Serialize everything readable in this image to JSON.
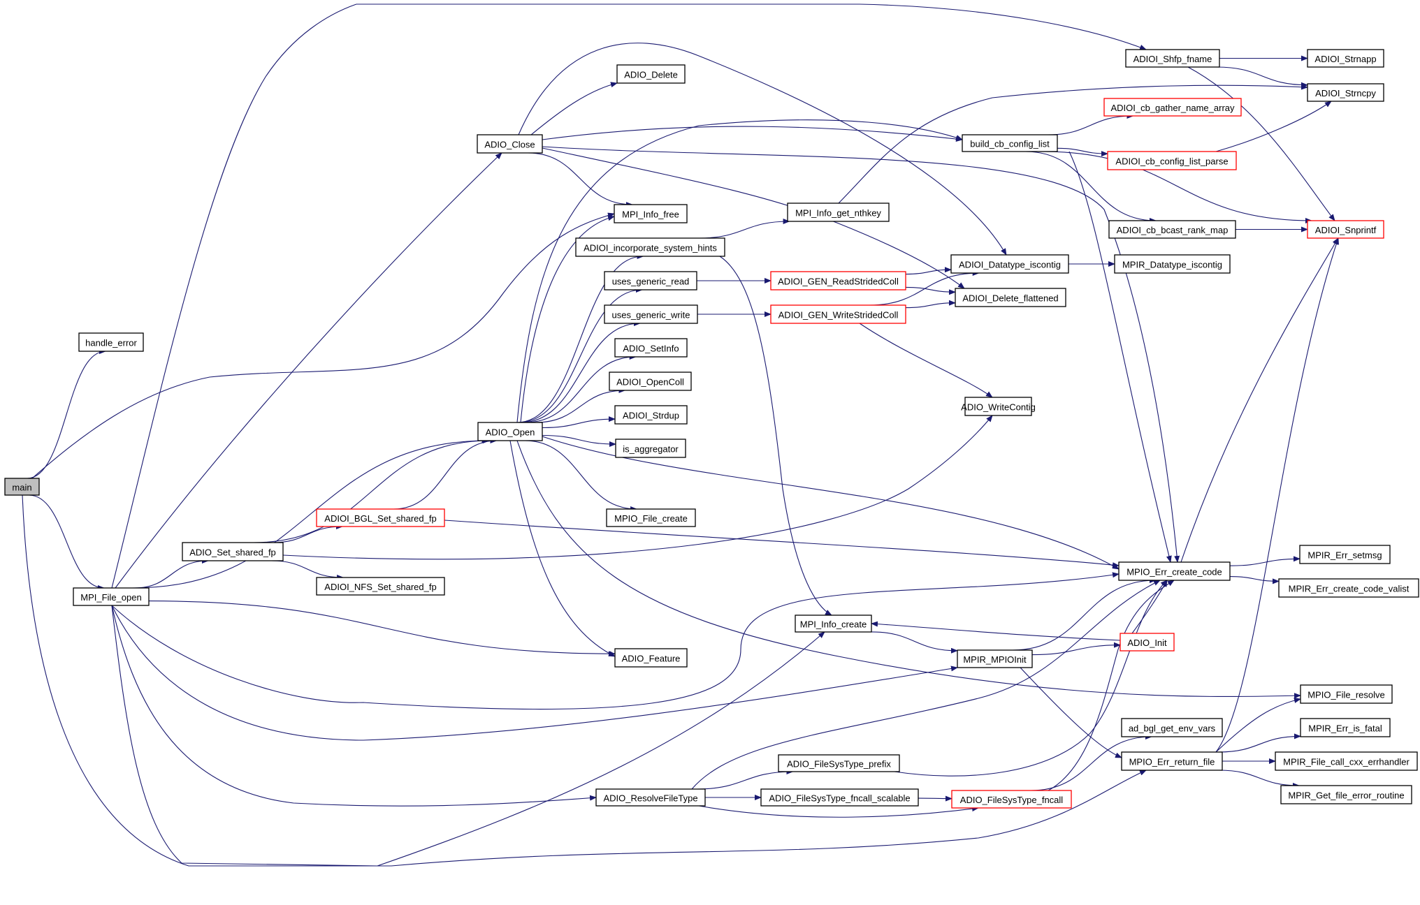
{
  "graph": {
    "title": "main call graph",
    "colors": {
      "edge": "#191970",
      "root_fill": "#bfbfbf",
      "node_fill": "#ffffff",
      "node_border": "#000000",
      "truncated_border": "#ff0000"
    },
    "nodes": [
      {
        "id": "main",
        "label": "main",
        "kind": "root"
      },
      {
        "id": "handle_error",
        "label": "handle_error",
        "kind": "normal"
      },
      {
        "id": "MPI_File_open",
        "label": "MPI_File_open",
        "kind": "normal"
      },
      {
        "id": "ADIO_Set_shared_fp",
        "label": "ADIO_Set_shared_fp",
        "kind": "normal"
      },
      {
        "id": "ADIOI_BGL_Set_shared_fp",
        "label": "ADIOI_BGL_Set_shared_fp",
        "kind": "truncated"
      },
      {
        "id": "ADIOI_NFS_Set_shared_fp",
        "label": "ADIOI_NFS_Set_shared_fp",
        "kind": "normal"
      },
      {
        "id": "ADIO_Close",
        "label": "ADIO_Close",
        "kind": "normal"
      },
      {
        "id": "ADIO_Delete",
        "label": "ADIO_Delete",
        "kind": "normal"
      },
      {
        "id": "MPI_Info_free",
        "label": "MPI_Info_free",
        "kind": "normal"
      },
      {
        "id": "ADIOI_incorporate_system_hints",
        "label": "ADIOI_incorporate_system_hints",
        "kind": "normal"
      },
      {
        "id": "uses_generic_read",
        "label": "uses_generic_read",
        "kind": "normal"
      },
      {
        "id": "uses_generic_write",
        "label": "uses_generic_write",
        "kind": "normal"
      },
      {
        "id": "ADIO_SetInfo",
        "label": "ADIO_SetInfo",
        "kind": "normal"
      },
      {
        "id": "ADIOI_OpenColl",
        "label": "ADIOI_OpenColl",
        "kind": "normal"
      },
      {
        "id": "ADIOI_Strdup",
        "label": "ADIOI_Strdup",
        "kind": "normal"
      },
      {
        "id": "is_aggregator",
        "label": "is_aggregator",
        "kind": "normal"
      },
      {
        "id": "ADIO_Open",
        "label": "ADIO_Open",
        "kind": "normal"
      },
      {
        "id": "MPIO_File_create",
        "label": "MPIO_File_create",
        "kind": "normal"
      },
      {
        "id": "ADIO_Feature",
        "label": "ADIO_Feature",
        "kind": "normal"
      },
      {
        "id": "MPI_Info_get_nthkey",
        "label": "MPI_Info_get_nthkey",
        "kind": "normal"
      },
      {
        "id": "ADIOI_GEN_ReadStridedColl",
        "label": "ADIOI_GEN_ReadStridedColl",
        "kind": "truncated"
      },
      {
        "id": "ADIOI_GEN_WriteStridedColl",
        "label": "ADIOI_GEN_WriteStridedColl",
        "kind": "truncated"
      },
      {
        "id": "ADIOI_Datatype_iscontig",
        "label": "ADIOI_Datatype_iscontig",
        "kind": "normal"
      },
      {
        "id": "ADIOI_Delete_flattened",
        "label": "ADIOI_Delete_flattened",
        "kind": "normal"
      },
      {
        "id": "MPIR_Datatype_iscontig",
        "label": "MPIR_Datatype_iscontig",
        "kind": "normal"
      },
      {
        "id": "ADIO_WriteContig",
        "label": "ADIO_WriteContig",
        "kind": "normal"
      },
      {
        "id": "build_cb_config_list",
        "label": "build_cb_config_list",
        "kind": "normal"
      },
      {
        "id": "ADIOI_Shfp_fname",
        "label": "ADIOI_Shfp_fname",
        "kind": "normal"
      },
      {
        "id": "ADIOI_cb_gather_name_array",
        "label": "ADIOI_cb_gather_name_array",
        "kind": "truncated"
      },
      {
        "id": "ADIOI_cb_config_list_parse",
        "label": "ADIOI_cb_config_list_parse",
        "kind": "truncated"
      },
      {
        "id": "ADIOI_cb_bcast_rank_map",
        "label": "ADIOI_cb_bcast_rank_map",
        "kind": "normal"
      },
      {
        "id": "ADIOI_Strnapp",
        "label": "ADIOI_Strnapp",
        "kind": "normal"
      },
      {
        "id": "ADIOI_Strncpy",
        "label": "ADIOI_Strncpy",
        "kind": "normal"
      },
      {
        "id": "ADIOI_Snprintf",
        "label": "ADIOI_Snprintf",
        "kind": "truncated"
      },
      {
        "id": "MPIO_Err_create_code",
        "label": "MPIO_Err_create_code",
        "kind": "normal"
      },
      {
        "id": "MPIR_Err_setmsg",
        "label": "MPIR_Err_setmsg",
        "kind": "normal"
      },
      {
        "id": "MPIR_Err_create_code_valist",
        "label": "MPIR_Err_create_code_valist",
        "kind": "normal"
      },
      {
        "id": "MPI_Info_create",
        "label": "MPI_Info_create",
        "kind": "normal"
      },
      {
        "id": "MPIR_MPIOInit",
        "label": "MPIR_MPIOInit",
        "kind": "normal"
      },
      {
        "id": "ADIO_Init",
        "label": "ADIO_Init",
        "kind": "truncated"
      },
      {
        "id": "MPIO_File_resolve",
        "label": "MPIO_File_resolve",
        "kind": "normal"
      },
      {
        "id": "ad_bgl_get_env_vars",
        "label": "ad_bgl_get_env_vars",
        "kind": "normal"
      },
      {
        "id": "MPIR_Err_is_fatal",
        "label": "MPIR_Err_is_fatal",
        "kind": "normal"
      },
      {
        "id": "MPIO_Err_return_file",
        "label": "MPIO_Err_return_file",
        "kind": "normal"
      },
      {
        "id": "MPIR_File_call_cxx_errhandler",
        "label": "MPIR_File_call_cxx_errhandler",
        "kind": "normal"
      },
      {
        "id": "MPIR_Get_file_error_routine",
        "label": "MPIR_Get_file_error_routine",
        "kind": "normal"
      },
      {
        "id": "ADIO_ResolveFileType",
        "label": "ADIO_ResolveFileType",
        "kind": "normal"
      },
      {
        "id": "ADIO_FileSysType_prefix",
        "label": "ADIO_FileSysType_prefix",
        "kind": "normal"
      },
      {
        "id": "ADIO_FileSysType_fncall_scalable",
        "label": "ADIO_FileSysType_fncall_scalable",
        "kind": "normal"
      },
      {
        "id": "ADIO_FileSysType_fncall",
        "label": "ADIO_FileSysType_fncall",
        "kind": "truncated"
      }
    ],
    "edges": [
      [
        "main",
        "handle_error"
      ],
      [
        "main",
        "MPI_File_open"
      ],
      [
        "main",
        "MPI_Info_free"
      ],
      [
        "main",
        "MPIO_Err_return_file"
      ],
      [
        "MPI_File_open",
        "ADIOI_Shfp_fname"
      ],
      [
        "MPI_File_open",
        "ADIO_Close"
      ],
      [
        "MPI_File_open",
        "ADIO_Open"
      ],
      [
        "MPI_File_open",
        "ADIO_Set_shared_fp"
      ],
      [
        "MPI_File_open",
        "ADIO_Feature"
      ],
      [
        "MPI_File_open",
        "MPIO_Err_create_code"
      ],
      [
        "MPI_File_open",
        "MPIR_MPIOInit"
      ],
      [
        "MPI_File_open",
        "ADIO_ResolveFileType"
      ],
      [
        "MPI_File_open",
        "MPI_Info_create"
      ],
      [
        "ADIO_Set_shared_fp",
        "ADIO_Open"
      ],
      [
        "ADIO_Set_shared_fp",
        "ADIOI_BGL_Set_shared_fp"
      ],
      [
        "ADIO_Set_shared_fp",
        "ADIOI_NFS_Set_shared_fp"
      ],
      [
        "ADIO_Set_shared_fp",
        "ADIO_WriteContig"
      ],
      [
        "ADIOI_BGL_Set_shared_fp",
        "ADIO_Open"
      ],
      [
        "ADIOI_BGL_Set_shared_fp",
        "MPIO_Err_create_code"
      ],
      [
        "ADIO_Close",
        "ADIO_Delete"
      ],
      [
        "ADIO_Close",
        "MPI_Info_free"
      ],
      [
        "ADIO_Close",
        "build_cb_config_list"
      ],
      [
        "ADIO_Close",
        "ADIOI_Delete_flattened"
      ],
      [
        "ADIO_Close",
        "ADIOI_Datatype_iscontig"
      ],
      [
        "ADIO_Close",
        "MPIO_Err_create_code"
      ],
      [
        "ADIO_Open",
        "MPI_Info_free"
      ],
      [
        "ADIO_Open",
        "ADIOI_incorporate_system_hints"
      ],
      [
        "ADIO_Open",
        "uses_generic_read"
      ],
      [
        "ADIO_Open",
        "uses_generic_write"
      ],
      [
        "ADIO_Open",
        "ADIO_SetInfo"
      ],
      [
        "ADIO_Open",
        "ADIOI_OpenColl"
      ],
      [
        "ADIO_Open",
        "ADIOI_Strdup"
      ],
      [
        "ADIO_Open",
        "is_aggregator"
      ],
      [
        "ADIO_Open",
        "MPIO_File_create"
      ],
      [
        "ADIO_Open",
        "ADIO_Feature"
      ],
      [
        "ADIO_Open",
        "MPIO_Err_create_code"
      ],
      [
        "ADIO_Open",
        "MPIO_File_resolve"
      ],
      [
        "ADIO_Open",
        "build_cb_config_list"
      ],
      [
        "ADIOI_incorporate_system_hints",
        "MPI_Info_get_nthkey"
      ],
      [
        "ADIOI_incorporate_system_hints",
        "MPI_Info_create"
      ],
      [
        "MPI_Info_get_nthkey",
        "ADIOI_Strncpy"
      ],
      [
        "uses_generic_read",
        "ADIOI_GEN_ReadStridedColl"
      ],
      [
        "uses_generic_write",
        "ADIOI_GEN_WriteStridedColl"
      ],
      [
        "ADIOI_GEN_ReadStridedColl",
        "ADIOI_Datatype_iscontig"
      ],
      [
        "ADIOI_GEN_ReadStridedColl",
        "ADIOI_Delete_flattened"
      ],
      [
        "ADIOI_GEN_WriteStridedColl",
        "ADIOI_Datatype_iscontig"
      ],
      [
        "ADIOI_GEN_WriteStridedColl",
        "ADIOI_Delete_flattened"
      ],
      [
        "ADIOI_GEN_WriteStridedColl",
        "ADIO_WriteContig"
      ],
      [
        "ADIOI_Datatype_iscontig",
        "MPIR_Datatype_iscontig"
      ],
      [
        "build_cb_config_list",
        "ADIOI_cb_gather_name_array"
      ],
      [
        "build_cb_config_list",
        "ADIOI_cb_config_list_parse"
      ],
      [
        "build_cb_config_list",
        "ADIOI_cb_bcast_rank_map"
      ],
      [
        "build_cb_config_list",
        "ADIOI_Snprintf"
      ],
      [
        "build_cb_config_list",
        "MPIO_Err_create_code"
      ],
      [
        "ADIOI_Shfp_fname",
        "ADIOI_Strnapp"
      ],
      [
        "ADIOI_Shfp_fname",
        "ADIOI_Strncpy"
      ],
      [
        "ADIOI_Shfp_fname",
        "ADIOI_Snprintf"
      ],
      [
        "ADIOI_cb_config_list_parse",
        "ADIOI_Strncpy"
      ],
      [
        "ADIOI_cb_bcast_rank_map",
        "ADIOI_Snprintf"
      ],
      [
        "MPIO_Err_create_code",
        "ADIOI_Snprintf"
      ],
      [
        "MPIO_Err_create_code",
        "MPIR_Err_setmsg"
      ],
      [
        "MPIO_Err_create_code",
        "MPIR_Err_create_code_valist"
      ],
      [
        "MPI_Info_create",
        "MPIR_MPIOInit"
      ],
      [
        "MPIR_MPIOInit",
        "ADIO_Init"
      ],
      [
        "MPIR_MPIOInit",
        "MPIO_Err_create_code"
      ],
      [
        "MPIR_MPIOInit",
        "MPIO_Err_return_file"
      ],
      [
        "ADIO_Init",
        "MPI_Info_create"
      ],
      [
        "ADIO_Init",
        "MPIO_Err_create_code"
      ],
      [
        "MPIO_Err_return_file",
        "MPIO_File_resolve"
      ],
      [
        "MPIO_Err_return_file",
        "MPIR_Err_is_fatal"
      ],
      [
        "MPIO_Err_return_file",
        "MPIR_File_call_cxx_errhandler"
      ],
      [
        "MPIO_Err_return_file",
        "MPIR_Get_file_error_routine"
      ],
      [
        "MPIO_Err_return_file",
        "ADIOI_Snprintf"
      ],
      [
        "ADIO_ResolveFileType",
        "ADIO_FileSysType_prefix"
      ],
      [
        "ADIO_ResolveFileType",
        "ADIO_FileSysType_fncall_scalable"
      ],
      [
        "ADIO_ResolveFileType",
        "ADIO_FileSysType_fncall"
      ],
      [
        "ADIO_ResolveFileType",
        "MPIO_Err_create_code"
      ],
      [
        "ADIO_FileSysType_prefix",
        "MPIO_Err_create_code"
      ],
      [
        "ADIO_FileSysType_fncall_scalable",
        "ADIO_FileSysType_fncall"
      ],
      [
        "ADIO_FileSysType_fncall",
        "MPIO_Err_create_code"
      ],
      [
        "ADIO_FileSysType_fncall",
        "ad_bgl_get_env_vars"
      ]
    ]
  }
}
